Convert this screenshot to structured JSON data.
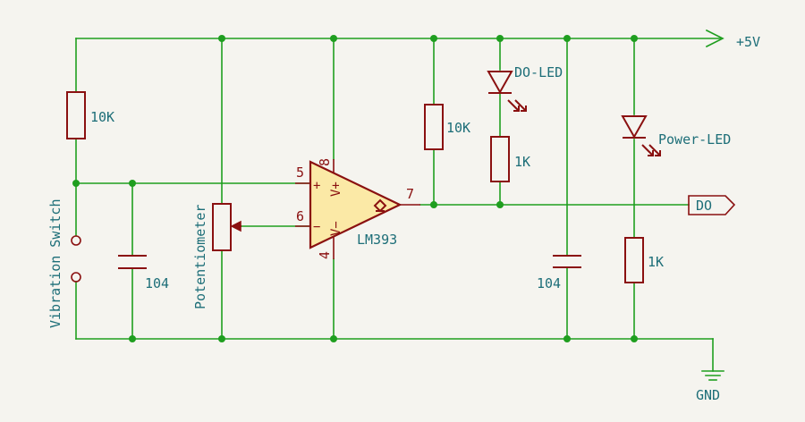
{
  "labels": {
    "vcc": "+5V",
    "gnd": "GND",
    "do_port": "DO",
    "r1": "10K",
    "r2": "10K",
    "r3": "1K",
    "r4": "1K",
    "c1": "104",
    "c2": "104",
    "do_led": "DO-LED",
    "power_led": "Power-LED",
    "ic": "LM393",
    "switch": "Vibration Switch",
    "pot": "Potentiometer"
  },
  "opamp": {
    "pin_noninv": "5",
    "pin_inv": "6",
    "pin_out": "7",
    "pin_vplus": "8",
    "pin_vminus": "4",
    "plus_sign": "+",
    "minus_sign": "−",
    "vplus_label": "V+",
    "vminus_label": "V−"
  },
  "colors": {
    "wire": "#1f9e1f",
    "component": "#8a1010",
    "label": "#1d6e78",
    "opamp_fill": "#fbe9a6",
    "background": "#f5f4ef"
  }
}
